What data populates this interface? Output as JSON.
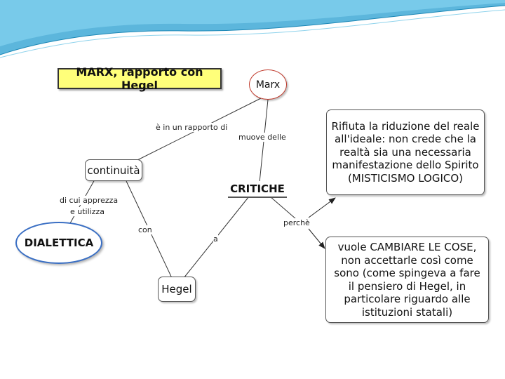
{
  "title": "MARX, rapporto con Hegel",
  "nodes": {
    "marx": "Marx",
    "continuita": "continuità",
    "critiche": "CRITICHE",
    "dialettica": "DIALETTICA",
    "hegel": "Hegel",
    "rifiuta": "Rifiuta la riduzione del reale all'ideale: non crede che la realtà sia una necessaria manifestazione dello Spirito (MISTICISMO LOGICO)",
    "vuole": "vuole CAMBIARE LE COSE, non accettarle così come sono (come spingeva a fare il pensiero di Hegel, in particolare riguardo alle istituzioni statali)"
  },
  "links": {
    "rapporto": "è in un rapporto di",
    "muove": "muove delle",
    "apprezza_1": "di cui apprezza",
    "apprezza_2": "e utilizza",
    "con": "con",
    "a": "a",
    "perche": "perchè"
  },
  "colors": {
    "title_fill": "#ffff7a",
    "marx_border": "#c0392b",
    "dialettica_border": "#3a6fc4",
    "header_wave": "#3fa9d6"
  }
}
